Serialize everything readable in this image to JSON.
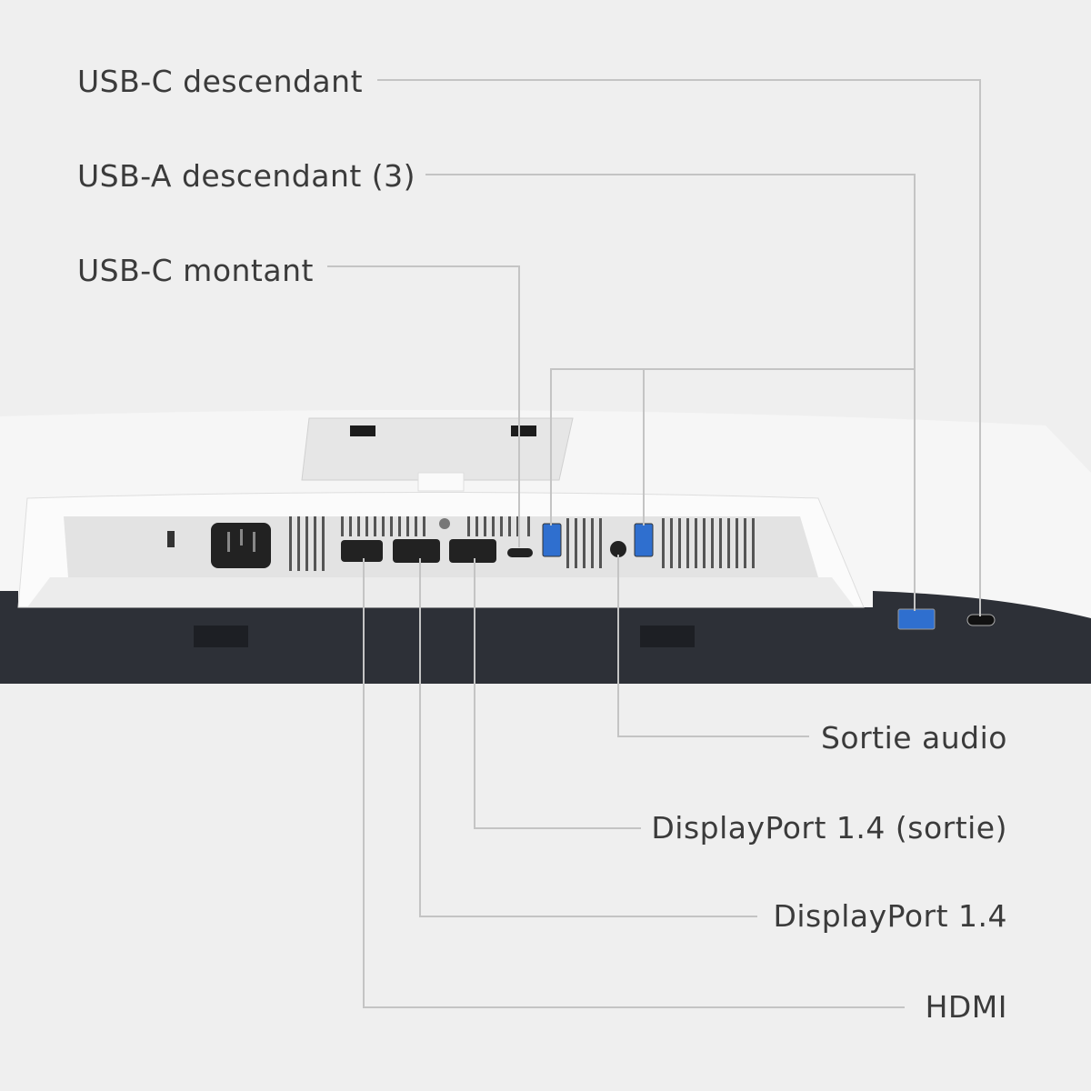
{
  "labels": {
    "usb_c_downstream": "USB-C descendant",
    "usb_a_downstream": "USB-A descendant (3)",
    "usb_c_upstream": "USB-C montant",
    "audio_out": "Sortie audio",
    "displayport_out": "DisplayPort 1.4 (sortie)",
    "displayport_in": "DisplayPort 1.4",
    "hdmi": "HDMI"
  },
  "colors": {
    "background": "#efefef",
    "callout_line": "#c4c4c4",
    "text": "#3b3b3b",
    "monitor_body": "#f4f4f4",
    "monitor_base": "#2c2f36",
    "usb3_blue": "#2f6fcf"
  }
}
